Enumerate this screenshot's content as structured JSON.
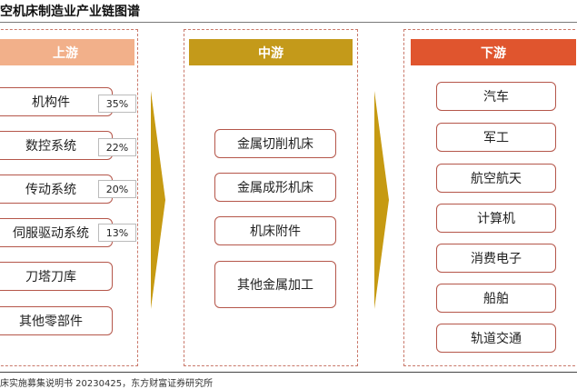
{
  "title": "空机床制造业产业链图谱",
  "source": "床实施募集说明书 20230425，东方财富证券研究所",
  "colors": {
    "upstream": "#f2b08a",
    "midstream": "#c49a1a",
    "downstream": "#e0552e",
    "border": "#b5564a",
    "arrow": "#c69a12"
  },
  "upstream": {
    "label": "上游",
    "items": [
      {
        "name": "机构件",
        "share": "35%"
      },
      {
        "name": "数控系统",
        "share": "22%"
      },
      {
        "name": "传动系统",
        "share": "20%"
      },
      {
        "name": "伺服驱动系统",
        "share": "13%"
      },
      {
        "name": "刀塔刀库",
        "share": ""
      },
      {
        "name": "其他零部件",
        "share": ""
      }
    ]
  },
  "midstream": {
    "label": "中游",
    "items": [
      "金属切削机床",
      "金属成形机床",
      "机床附件",
      "其他金属加工"
    ]
  },
  "downstream": {
    "label": "下游",
    "items": [
      "汽车",
      "军工",
      "航空航天",
      "计算机",
      "消费电子",
      "船舶",
      "轨道交通"
    ]
  }
}
